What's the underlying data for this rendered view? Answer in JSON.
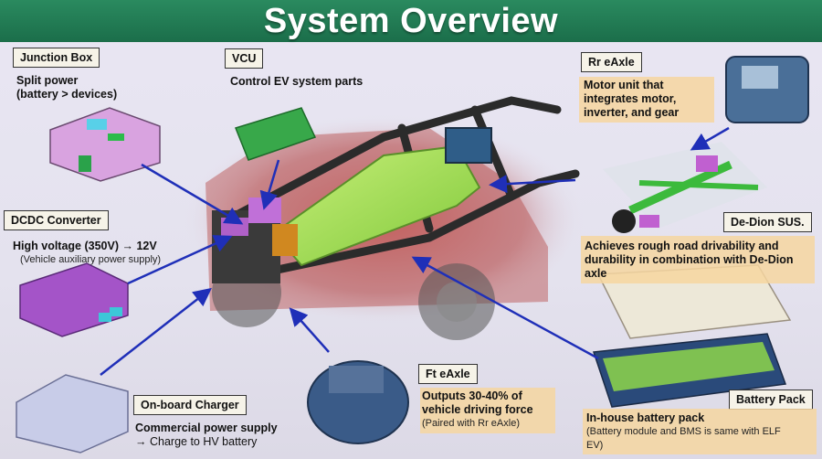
{
  "title": "System Overview",
  "components": {
    "junction_box": {
      "label": "Junction Box",
      "line1": "Split power",
      "line2": "(battery > devices)"
    },
    "vcu": {
      "label": "VCU",
      "line1": "Control EV system parts"
    },
    "dcdc": {
      "label": "DCDC Converter",
      "line1": "High voltage (350V) → 12V",
      "line2": "(Vehicle auxiliary power supply)"
    },
    "charger": {
      "label": "On-board Charger",
      "line1": "Commercial power supply",
      "line2": "→ Charge to HV battery"
    },
    "rr_eaxle": {
      "label": "Rr eAxle",
      "line1": "Motor unit that",
      "line2": "integrates motor,",
      "line3": "inverter, and gear"
    },
    "dedion": {
      "label": "De-Dion SUS.",
      "line1": "Achieves rough road drivability and",
      "line2": "durability in combination with De-Dion",
      "line3": "axle"
    },
    "ft_eaxle": {
      "label": "Ft eAxle",
      "line1": "Outputs 30-40% of",
      "line2": "vehicle driving force",
      "line3": "(Paired with Rr eAxle)"
    },
    "battery": {
      "label": "Battery Pack",
      "line1": "In-house battery pack",
      "line2": "(Battery module and BMS is same with ELF",
      "line3": "EV)"
    }
  },
  "colors": {
    "title_bar": "#1f7a52",
    "arrow": "#1f2fb8",
    "label_bg": "#f6f3e8",
    "highlight": "#f6d6a0",
    "battery_green": "#9ee04a",
    "component_purple": "#b56ad8"
  }
}
